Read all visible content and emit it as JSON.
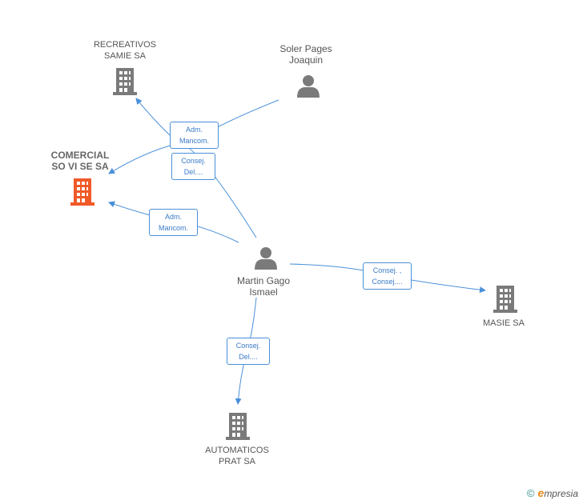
{
  "nodes": {
    "recreativos": {
      "label": "RECREATIVOS\nSAMIE SA",
      "type": "company"
    },
    "soler": {
      "label": "Soler Pages\nJoaquin",
      "type": "person"
    },
    "comercial": {
      "label": "COMERCIAL\nSO VI SE SA",
      "type": "company-main"
    },
    "martin": {
      "label": "Martin Gago\nIsmael",
      "type": "person"
    },
    "masie": {
      "label": "MASIE SA",
      "type": "company"
    },
    "automaticos": {
      "label": "AUTOMATICOS\nPRAT SA",
      "type": "company"
    }
  },
  "edges": {
    "soler_recreativos": "Adm.\nMancom.",
    "soler_comercial": "Consej.\nDel....",
    "martin_comercial": "Adm.\nMancom.",
    "martin_masie": "Consej. ,\nConsej....",
    "martin_automaticos": "Consej.\nDel...."
  },
  "colors": {
    "edge": "#4a90d9",
    "icon": "#7a7a7a",
    "main_icon": "#f05a28"
  },
  "footer": {
    "copyright": "©",
    "brand_initial": "e",
    "brand_rest": "mpresia"
  }
}
